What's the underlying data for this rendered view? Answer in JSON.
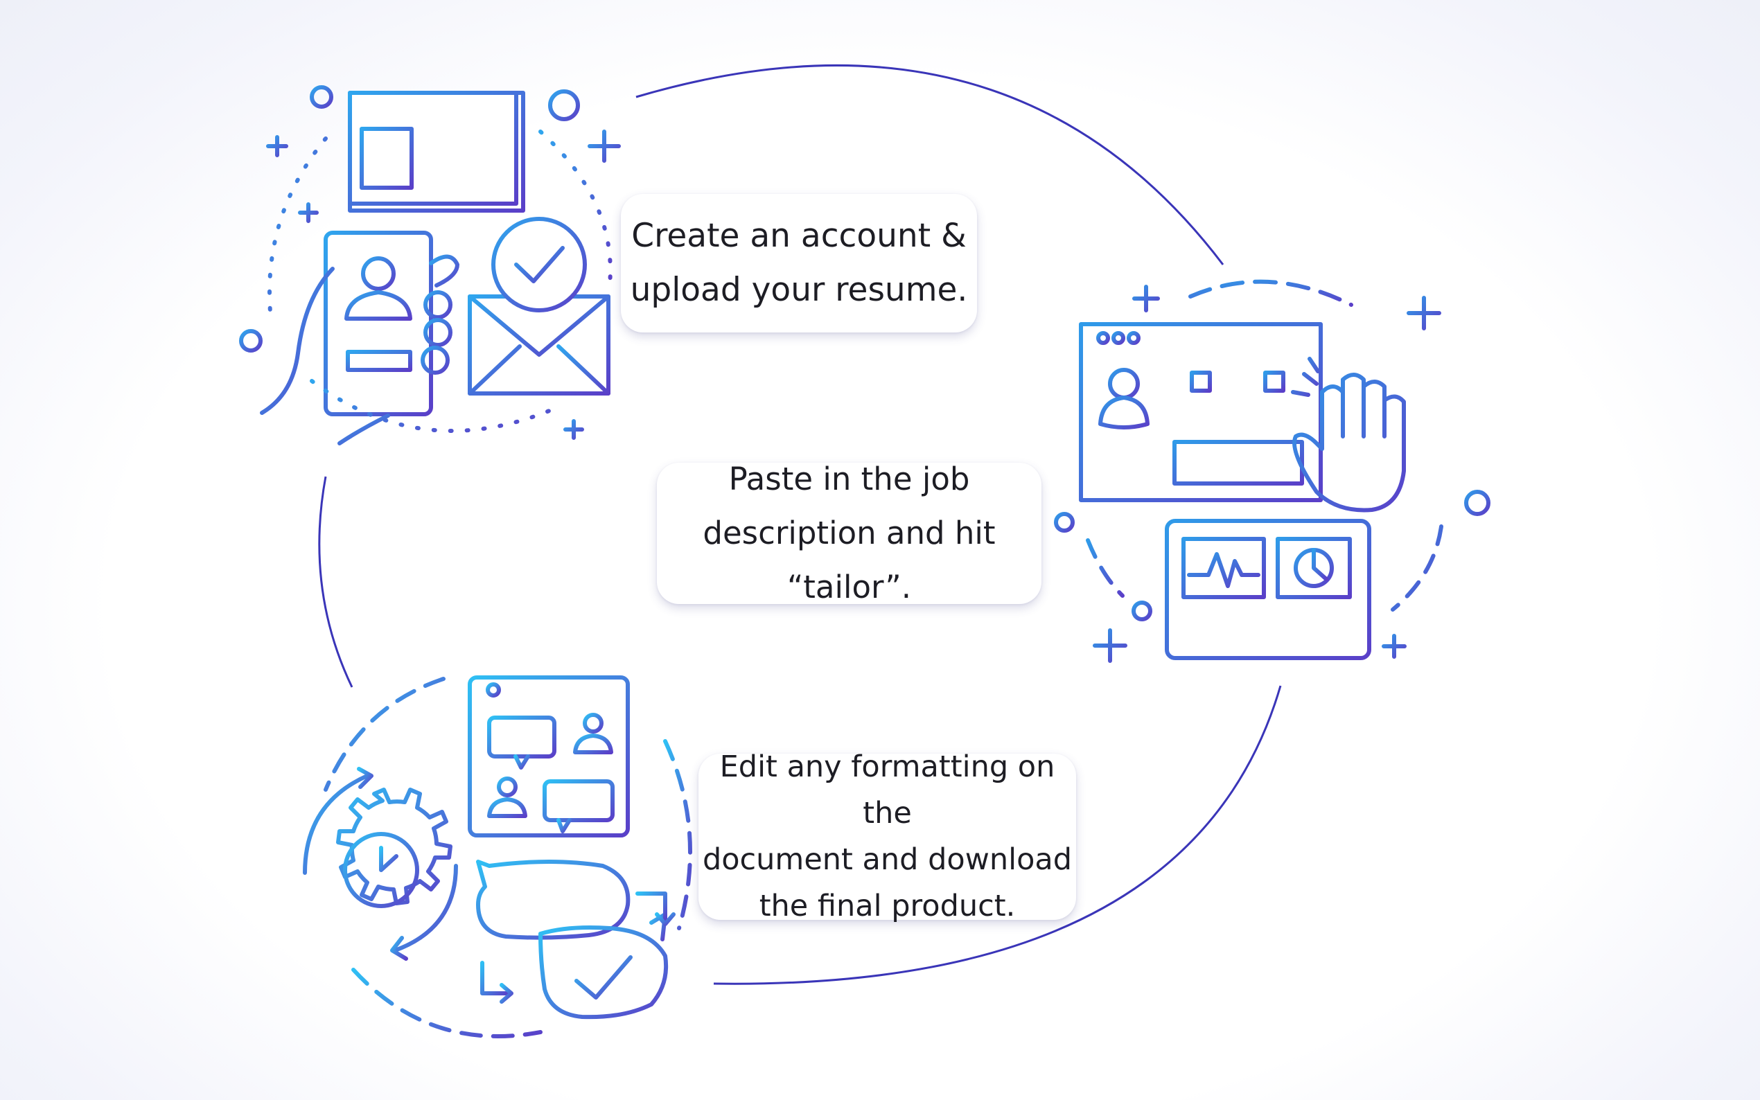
{
  "colors": {
    "ring": "#3a35b8",
    "icon_blue": "#2f8fe8",
    "icon_violet": "#5a3fc8",
    "icon_cyan": "#2fb7f2",
    "text": "#1d1d24"
  },
  "steps": [
    {
      "line1": "Create an account &",
      "line2": "upload your resume.",
      "icon": "resume-upload-icon"
    },
    {
      "line1": "Paste in the job",
      "line2": "description and hit “tailor”.",
      "icon": "job-description-icon"
    },
    {
      "line1": "Edit any formatting on the",
      "line2": "document and download",
      "line3": "the final product.",
      "icon": "edit-download-icon"
    }
  ]
}
